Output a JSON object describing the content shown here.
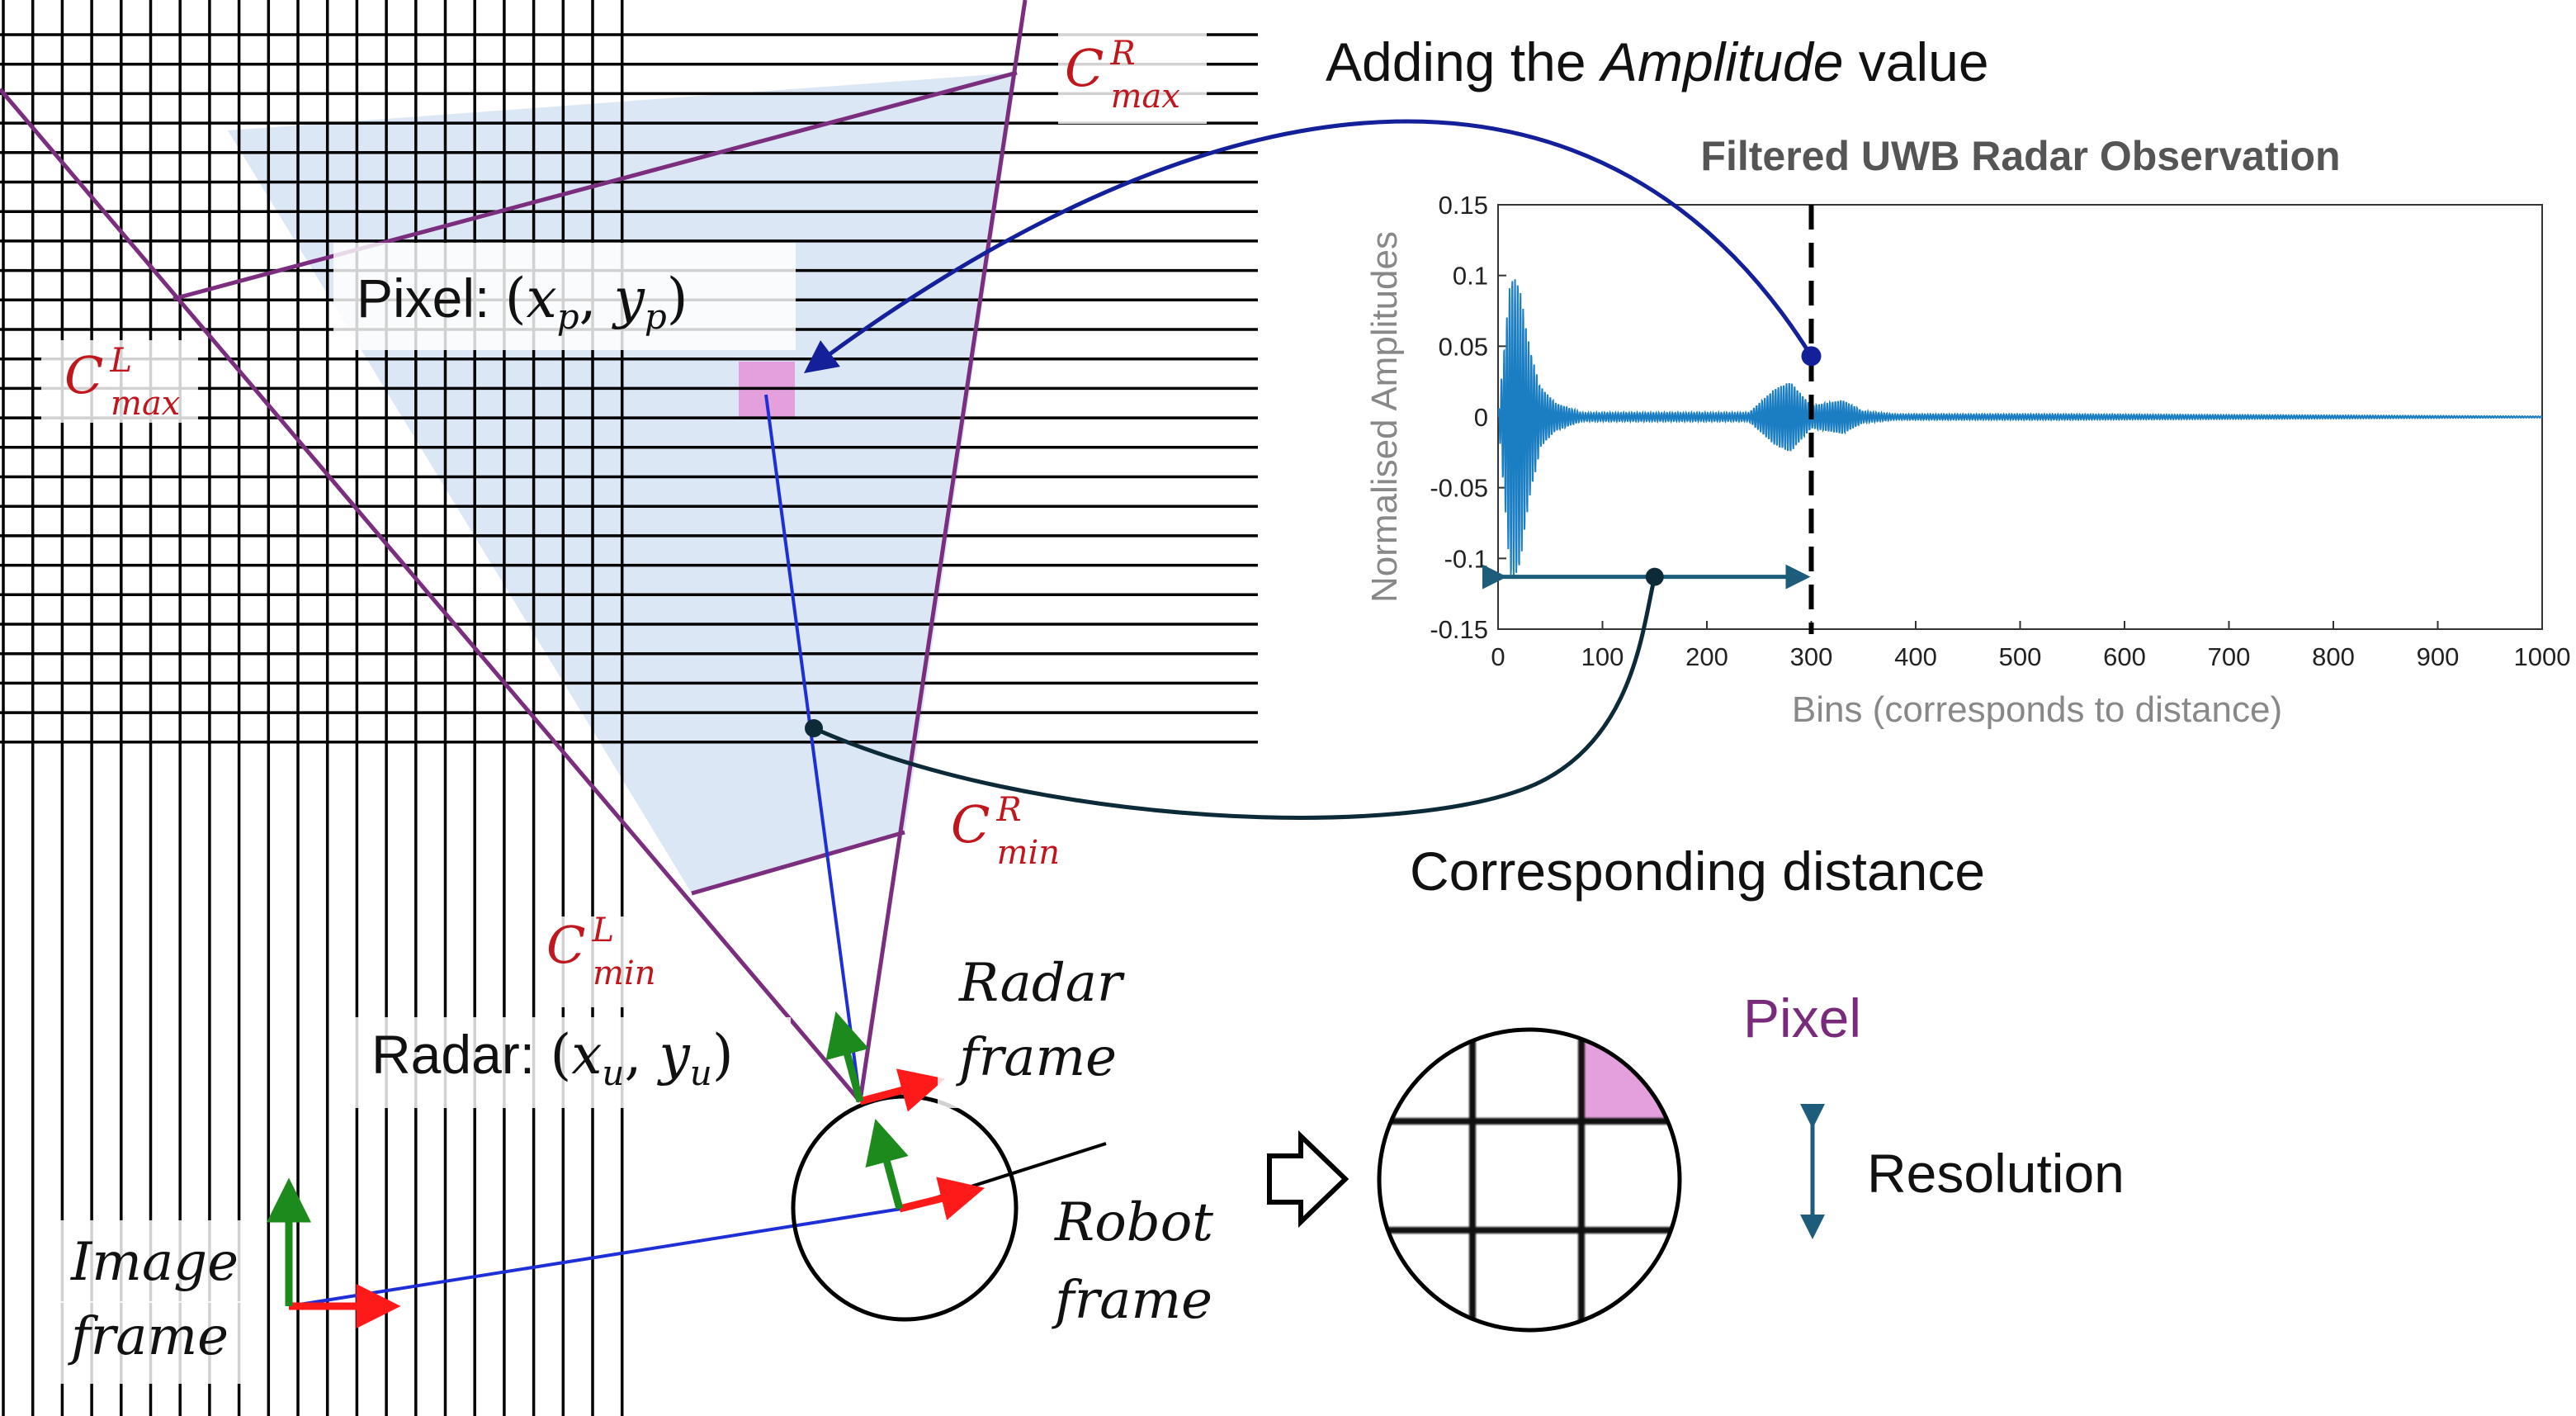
{
  "labels": {
    "c_max_r": {
      "base": "C",
      "sup": "R",
      "sub": "max"
    },
    "c_max_l": {
      "base": "C",
      "sup": "L",
      "sub": "max"
    },
    "c_min_r": {
      "base": "C",
      "sup": "R",
      "sub": "min"
    },
    "c_min_l": {
      "base": "C",
      "sup": "L",
      "sub": "min"
    },
    "pixel_coord": {
      "prefix": "Pixel: ",
      "x": "x",
      "xsub": "p",
      "y": "y",
      "ysub": "p"
    },
    "radar_coord": {
      "prefix": "Radar: ",
      "x": "x",
      "xsub": "u",
      "y": "y",
      "ysub": "u"
    },
    "radar_frame": [
      "Radar",
      "frame"
    ],
    "robot_frame": [
      "Robot",
      "frame"
    ],
    "image_frame": [
      "Image",
      "frame"
    ]
  },
  "annotations": {
    "adding_prefix": "Adding the ",
    "adding_emph": "Amplitude",
    "adding_suffix": " value",
    "corresponding_distance": "Corresponding distance",
    "pixel": "Pixel",
    "resolution": "Resolution"
  },
  "colors": {
    "grid": "#000000",
    "fov_fill": "#dbe7f5",
    "boundary": "#7b2d7e",
    "pixel_fill": "#e3a0dc",
    "ray": "#1f2fd6",
    "x_axis": "#ff1a1a",
    "y_axis": "#1d8a1d",
    "label_red": "#c0161d",
    "signal": "#1b7ec2",
    "dark_arrow": "#1d5c7a",
    "connector_blue": "#14209a",
    "connector_dark": "#0d2a38"
  },
  "chart_data": {
    "type": "line",
    "title": "Filtered UWB Radar Observation",
    "xlabel": "Bins (corresponds to distance)",
    "ylabel": "Normalised Amplitudes",
    "xlim": [
      0,
      1000
    ],
    "ylim": [
      -0.15,
      0.15
    ],
    "xticks": [
      0,
      100,
      200,
      300,
      400,
      500,
      600,
      700,
      800,
      900,
      1000
    ],
    "yticks": [
      0.15,
      0.1,
      0.05,
      0,
      -0.05,
      -0.1,
      -0.15
    ],
    "ytick_labels": [
      "0.15",
      "0.1",
      "0.05",
      "0",
      "-0.05",
      "-0.1",
      "-0.15"
    ],
    "marker_bin": 300,
    "marker_amplitude": 0.043,
    "range_arrow": {
      "from": 0,
      "to": 300,
      "amplitude": -0.113
    },
    "envelope": [
      {
        "bin": 12,
        "amp": 0.1
      },
      {
        "bin": 20,
        "amp": 0.095
      },
      {
        "bin": 30,
        "amp": 0.05
      },
      {
        "bin": 40,
        "amp": 0.022
      },
      {
        "bin": 55,
        "amp": 0.01
      },
      {
        "bin": 80,
        "amp": 0.003
      },
      {
        "bin": 240,
        "amp": 0.003
      },
      {
        "bin": 265,
        "amp": 0.02
      },
      {
        "bin": 280,
        "amp": 0.025
      },
      {
        "bin": 300,
        "amp": 0.008
      },
      {
        "bin": 330,
        "amp": 0.012
      },
      {
        "bin": 350,
        "amp": 0.004
      },
      {
        "bin": 380,
        "amp": 0.002
      },
      {
        "bin": 540,
        "amp": 0.002
      },
      {
        "bin": 1000,
        "amp": 0.0005
      }
    ]
  }
}
